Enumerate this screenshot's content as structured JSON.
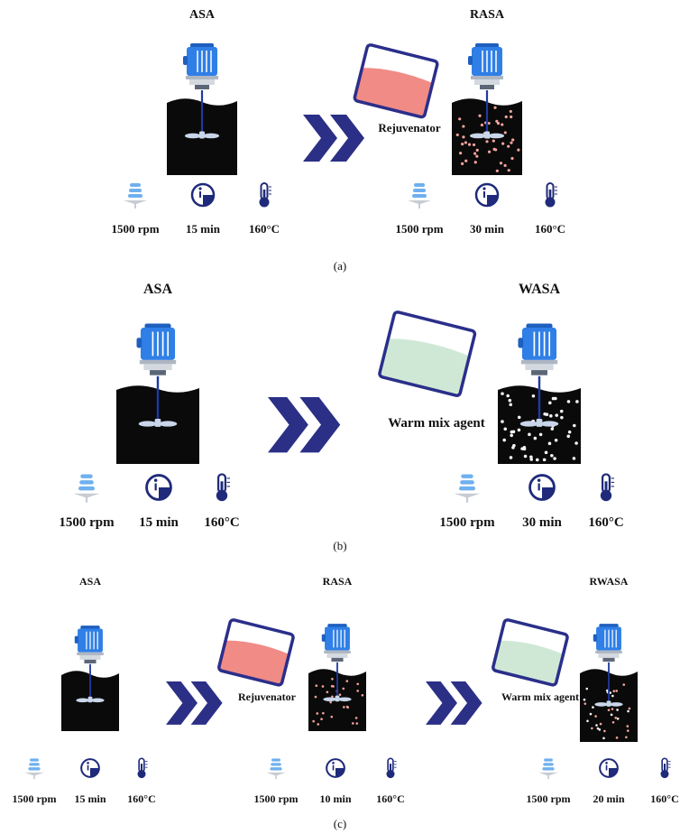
{
  "colors": {
    "motor_blue": "#2f7fe6",
    "motor_dark": "#1e5fbf",
    "shaft_navy": "#1f3aa0",
    "arrow_navy": "#2b2f86",
    "asphalt": "#0a0a0a",
    "rejuvenator_fill": "#f08b86",
    "warm_mix_fill": "#cfe8d6",
    "beaker_outline": "#2a2f8a",
    "icon_navy": "#1f2a7a",
    "icon_light_blue": "#6fb0ef"
  },
  "panels": [
    {
      "caption": "(a)",
      "steps": [
        {
          "title": "ASA",
          "particles": "none",
          "params": {
            "speed": "1500 rpm",
            "time": "15 min",
            "temp": "160°C"
          }
        },
        {
          "title": "RASA",
          "particles": "pink",
          "params": {
            "speed": "1500 rpm",
            "time": "30 min",
            "temp": "160°C"
          }
        }
      ],
      "additives": [
        {
          "label": "Rejuvenator",
          "fluid": "rejuvenator"
        }
      ]
    },
    {
      "caption": "(b)",
      "steps": [
        {
          "title": "ASA",
          "particles": "none",
          "params": {
            "speed": "1500 rpm",
            "time": "15 min",
            "temp": "160°C"
          }
        },
        {
          "title": "WASA",
          "particles": "white",
          "params": {
            "speed": "1500 rpm",
            "time": "30 min",
            "temp": "160°C"
          }
        }
      ],
      "additives": [
        {
          "label": "Warm mix agent",
          "fluid": "warm_mix"
        }
      ]
    },
    {
      "caption": "(c)",
      "steps": [
        {
          "title": "ASA",
          "particles": "none",
          "params": {
            "speed": "1500 rpm",
            "time": "15 min",
            "temp": "160°C"
          }
        },
        {
          "title": "RASA",
          "particles": "pink",
          "params": {
            "speed": "1500 rpm",
            "time": "10 min",
            "temp": "160°C"
          }
        },
        {
          "title": "RWASA",
          "particles": "mixed",
          "params": {
            "speed": "1500 rpm",
            "time": "20 min",
            "temp": "160°C"
          }
        }
      ],
      "additives": [
        {
          "label": "Rejuvenator",
          "fluid": "rejuvenator"
        },
        {
          "label": "Warm mix agent",
          "fluid": "warm_mix"
        }
      ]
    }
  ]
}
